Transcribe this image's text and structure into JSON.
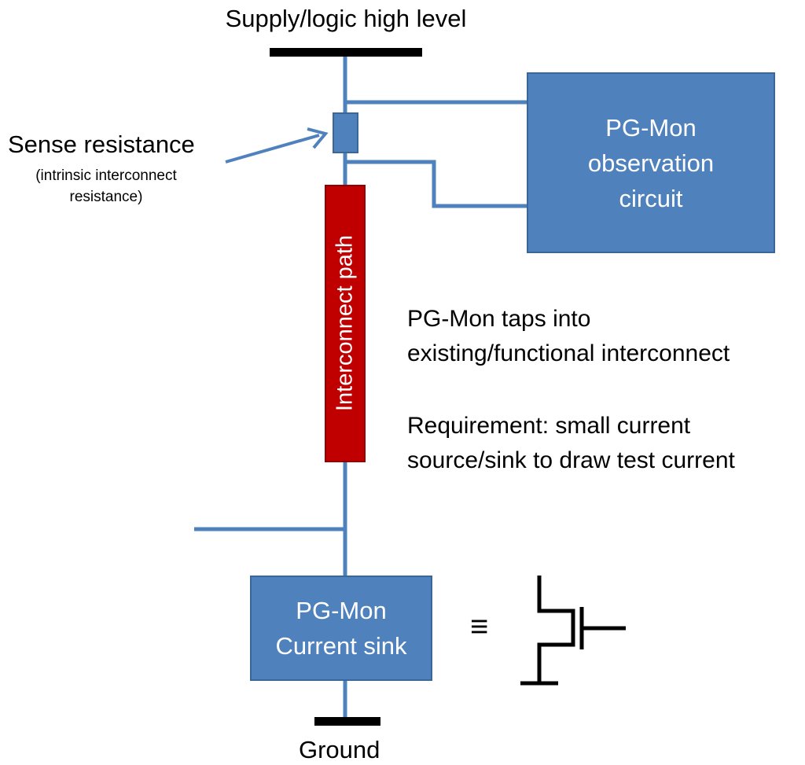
{
  "labels": {
    "supply": "Supply/logic high level",
    "sense_resistance": "Sense resistance",
    "sense_resistance_note": "(intrinsic interconnect resistance)",
    "interconnect_path": "Interconnect path",
    "ground": "Ground",
    "equivalent_symbol": "≡"
  },
  "observation_circuit": {
    "lines": [
      "PG-Mon",
      "observation",
      "circuit"
    ]
  },
  "current_sink": {
    "lines": [
      "PG-Mon",
      "Current sink"
    ]
  },
  "notes": {
    "taps": [
      "PG-Mon taps into",
      "existing/functional interconnect"
    ],
    "requirement": [
      "Requirement: small current",
      "source/sink to draw test current"
    ]
  },
  "colors": {
    "wire": "#4f81bd",
    "box_fill": "#4f81bd",
    "interconnect_fill": "#c00000",
    "rail": "#000000"
  }
}
